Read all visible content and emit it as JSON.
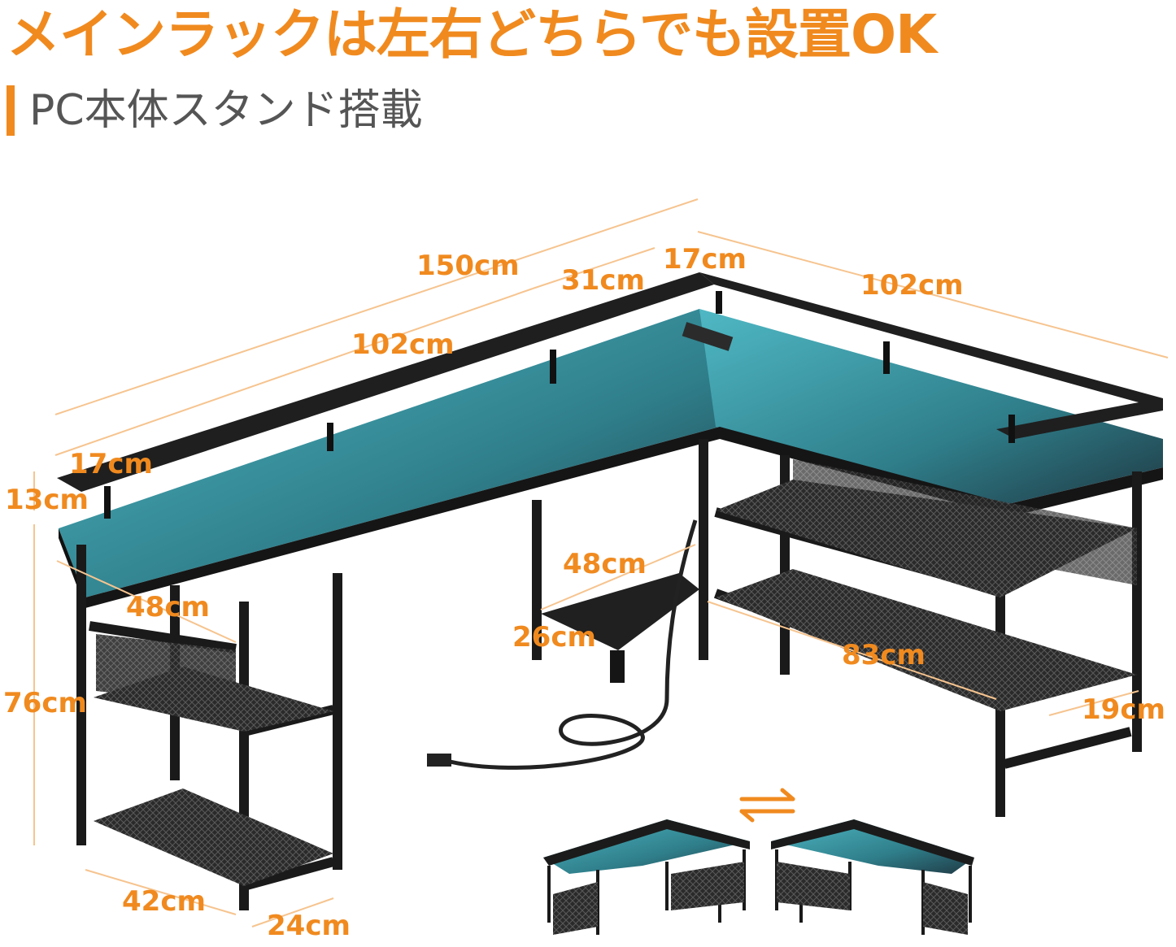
{
  "headline": "メインラックは左右どちらでも設置OK",
  "subheadline": "PC本体スタンド搭載",
  "colors": {
    "accent": "#f08a1f",
    "desk_top": "#1d1f21",
    "led_glow": "#3aa6b4",
    "frame": "#1a1a1a",
    "subhead_text": "#555555"
  },
  "icons": {
    "swap": "swap-arrows-icon"
  },
  "dimensions": {
    "total_width": "150cm",
    "left_wing": "102cm",
    "corner": "31cm",
    "right_wing": "102cm",
    "shelf_depth_right": "17cm",
    "shelf_depth_left": "17cm",
    "shelf_height": "13cm",
    "desk_height": "76cm",
    "desk_depth_left": "48cm",
    "desk_depth_mid": "48cm",
    "cpu_stand": "26cm",
    "right_rack": "83cm",
    "right_rack_depth": "19cm",
    "left_rack_width": "42cm",
    "left_rack_depth": "24cm"
  }
}
